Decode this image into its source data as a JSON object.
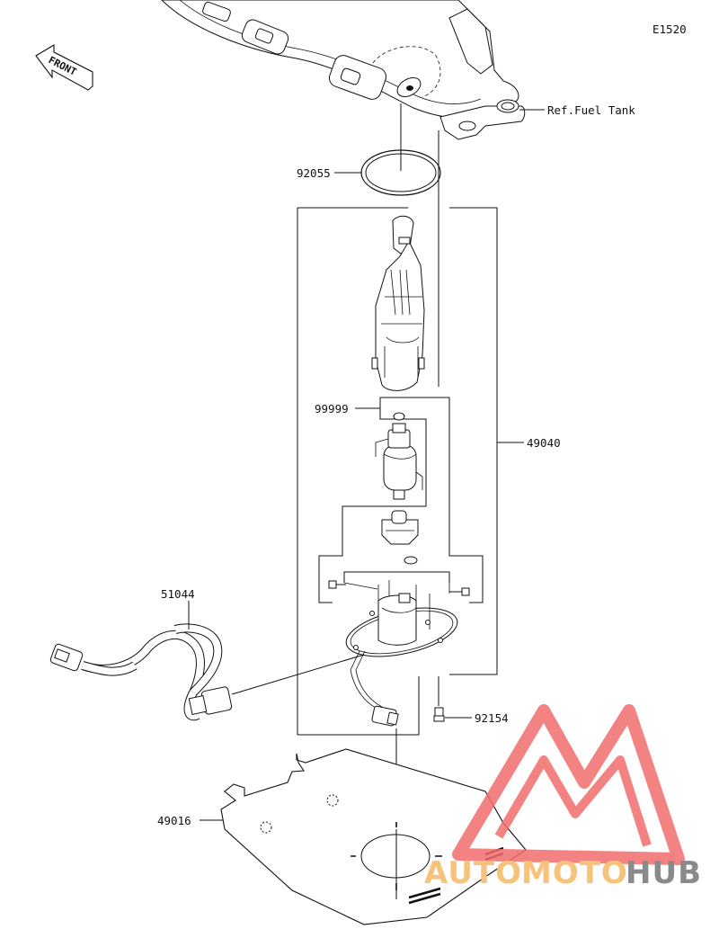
{
  "diagram_code": "E1520",
  "front_label": "FRONT",
  "parts": [
    {
      "id": "ref_tank",
      "text": "Ref.Fuel Tank"
    },
    {
      "id": "p92055",
      "text": "92055"
    },
    {
      "id": "p49040",
      "text": "49040"
    },
    {
      "id": "p99999",
      "text": "99999"
    },
    {
      "id": "p51044",
      "text": "51044"
    },
    {
      "id": "p92154",
      "text": "92154"
    },
    {
      "id": "p49016",
      "text": "49016"
    }
  ],
  "watermark": {
    "word_a": "AUTO",
    "word_b": "MOTO",
    "word_c": "HUB",
    "color_a": "#f7c27a",
    "color_b": "#f7c27a",
    "color_c": "#8a8a8a",
    "logo_color": "#f26d6d"
  }
}
